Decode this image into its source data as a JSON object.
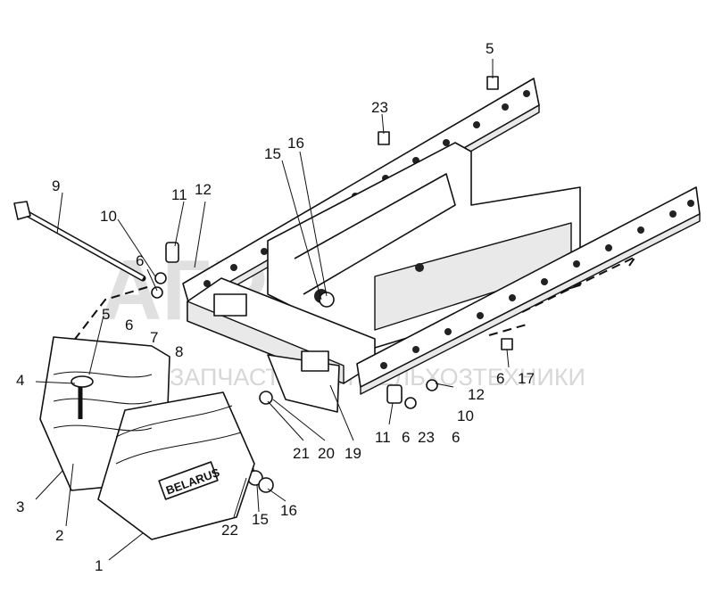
{
  "watermark": {
    "main_text": "АГРОТЕХ",
    "sub_text": "ЗАПЧАСТИ ДЛЯ СЕЛЬХОЗТЕХНИКИ",
    "logo_color": "#f6d000"
  },
  "weight_brand_label": "BELARUS",
  "callouts": {
    "c1": "1",
    "c2": "2",
    "c3": "3",
    "c4": "4",
    "c5_top": "5",
    "c5_left": "5",
    "c6_left_top": "6",
    "c6_left_mid": "6",
    "c6_right": "6",
    "c6_bottom_a": "6",
    "c6_bottom_b": "6",
    "c7": "7",
    "c8": "8",
    "c9": "9",
    "c10_left": "10",
    "c10_right": "10",
    "c11_left": "11",
    "c11_right": "11",
    "c12_left": "12",
    "c12_right": "12",
    "c15_top": "15",
    "c15_bottom": "15",
    "c16_top": "16",
    "c16_bottom": "16",
    "c17": "17",
    "c19": "19",
    "c20": "20",
    "c21": "21",
    "c22": "22",
    "c23_top": "23",
    "c23_bottom": "23"
  }
}
